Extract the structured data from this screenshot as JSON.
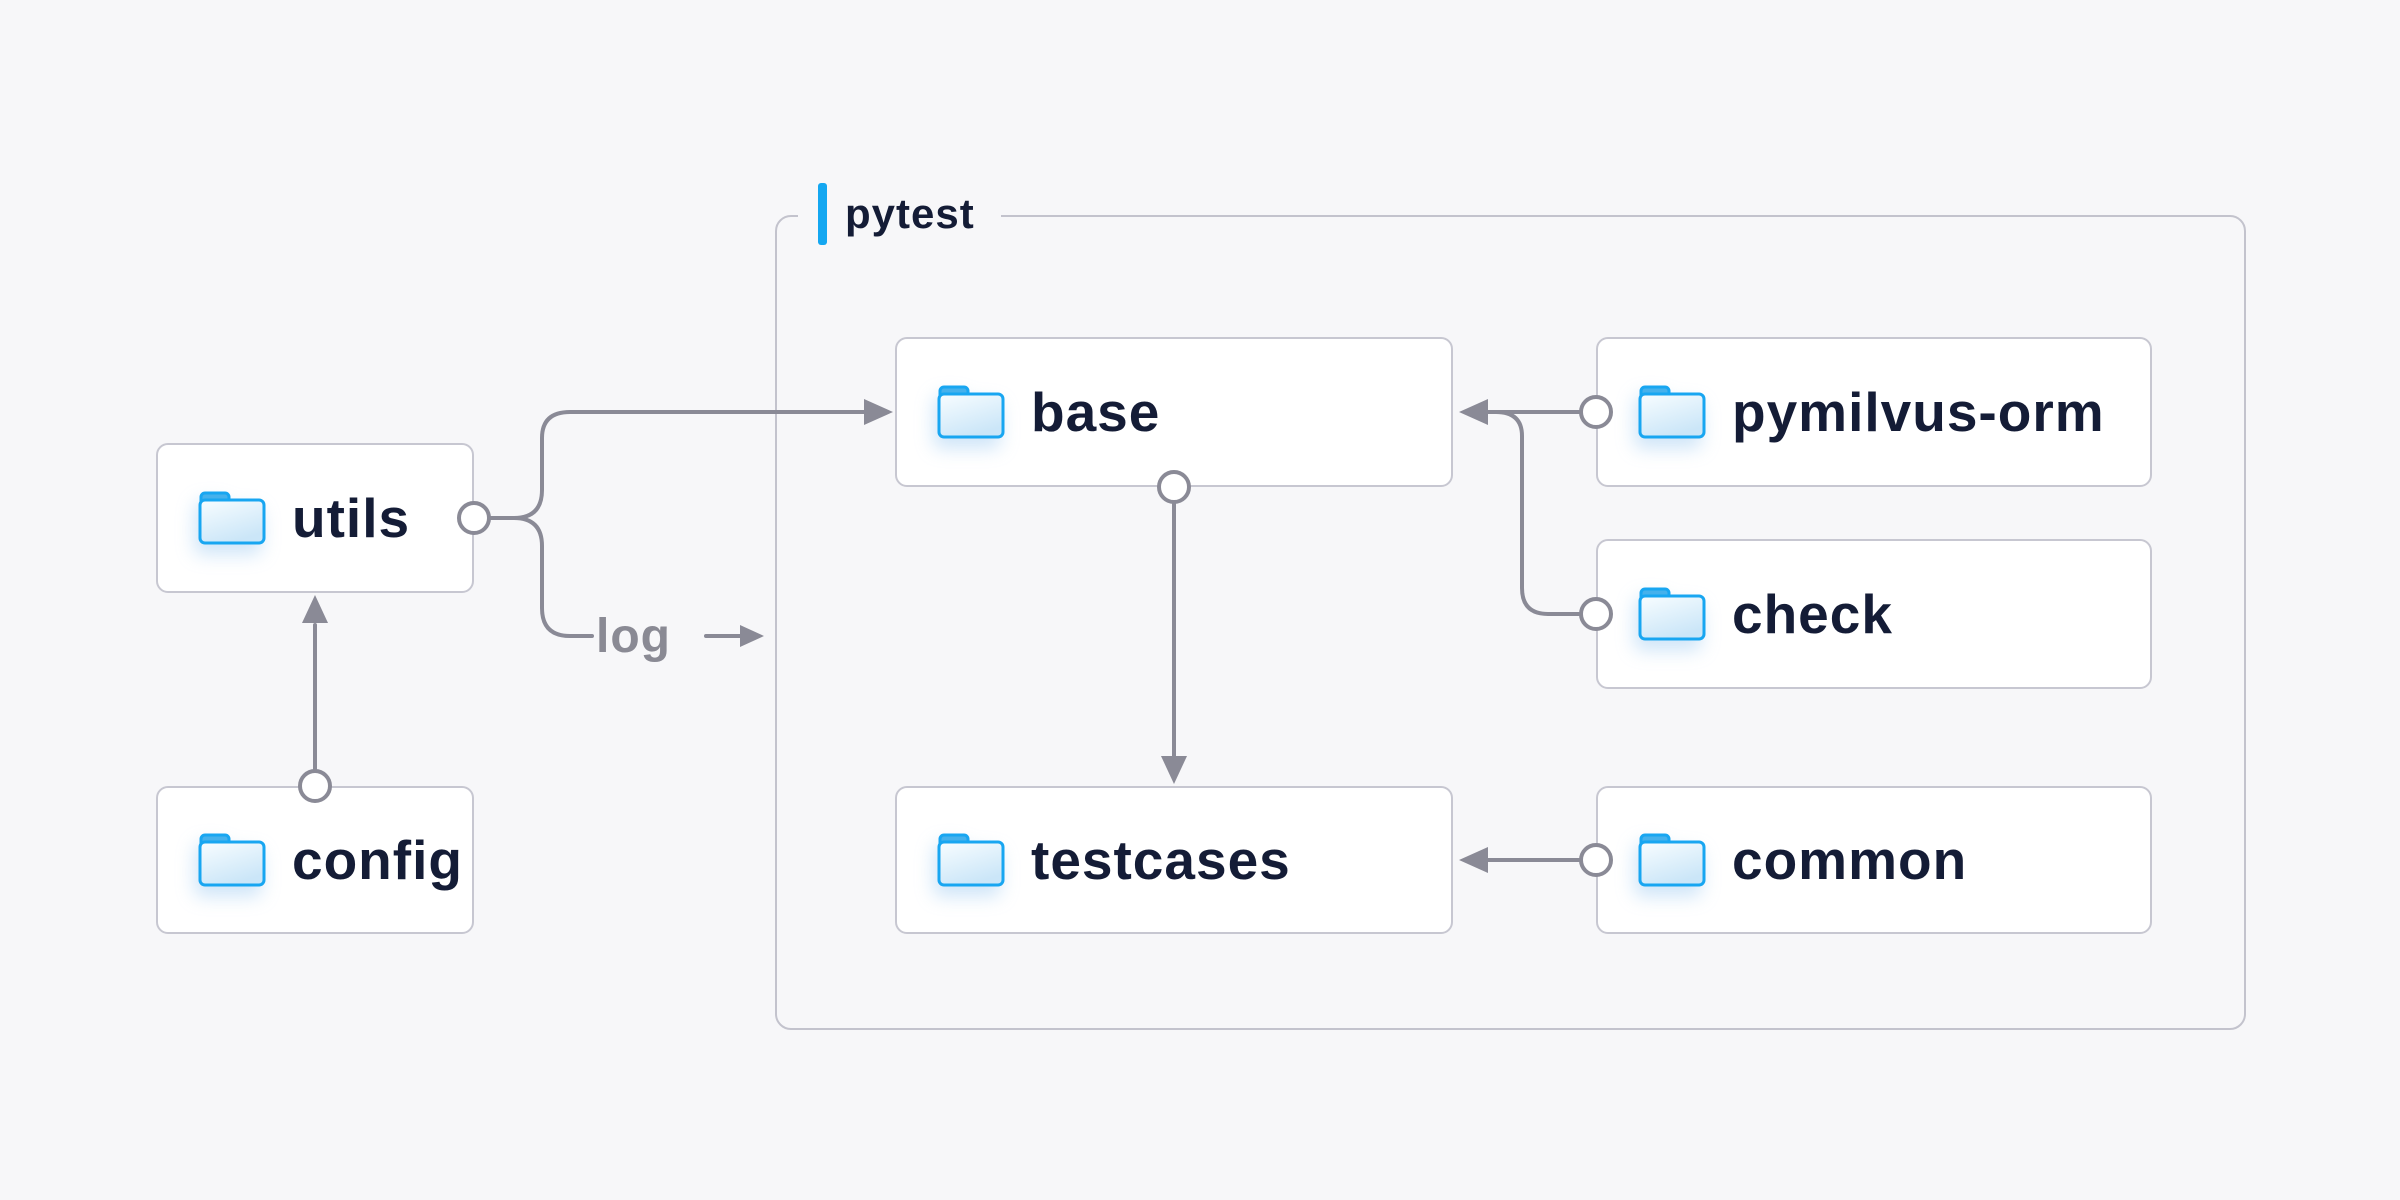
{
  "colors": {
    "accent-blue": "#14a7f1",
    "line-gray": "#8a8a96",
    "node-border": "#c7c7d1",
    "group-border": "#c3c3cd",
    "text-navy": "#141c36",
    "label-gray": "#8a8a94",
    "folder-blue": "#18a6f1",
    "folder-tab": "#45b1ec",
    "node-bg": "#ffffff",
    "page-bg": "#f7f7f9"
  },
  "group": {
    "label": "pytest"
  },
  "nodes": {
    "utils": {
      "label": "utils"
    },
    "config": {
      "label": "config"
    },
    "base": {
      "label": "base"
    },
    "pymilvus_orm": {
      "label": "pymilvus-orm"
    },
    "check": {
      "label": "check"
    },
    "testcases": {
      "label": "testcases"
    },
    "common": {
      "label": "common"
    }
  },
  "edges": {
    "log_label": "log",
    "relations": [
      {
        "from": "config",
        "to": "utils"
      },
      {
        "from": "utils",
        "to": "base"
      },
      {
        "from": "utils",
        "to": "log"
      },
      {
        "from": "pymilvus-orm",
        "to": "base"
      },
      {
        "from": "check",
        "to": "base"
      },
      {
        "from": "base",
        "to": "testcases"
      },
      {
        "from": "common",
        "to": "testcases"
      }
    ]
  }
}
